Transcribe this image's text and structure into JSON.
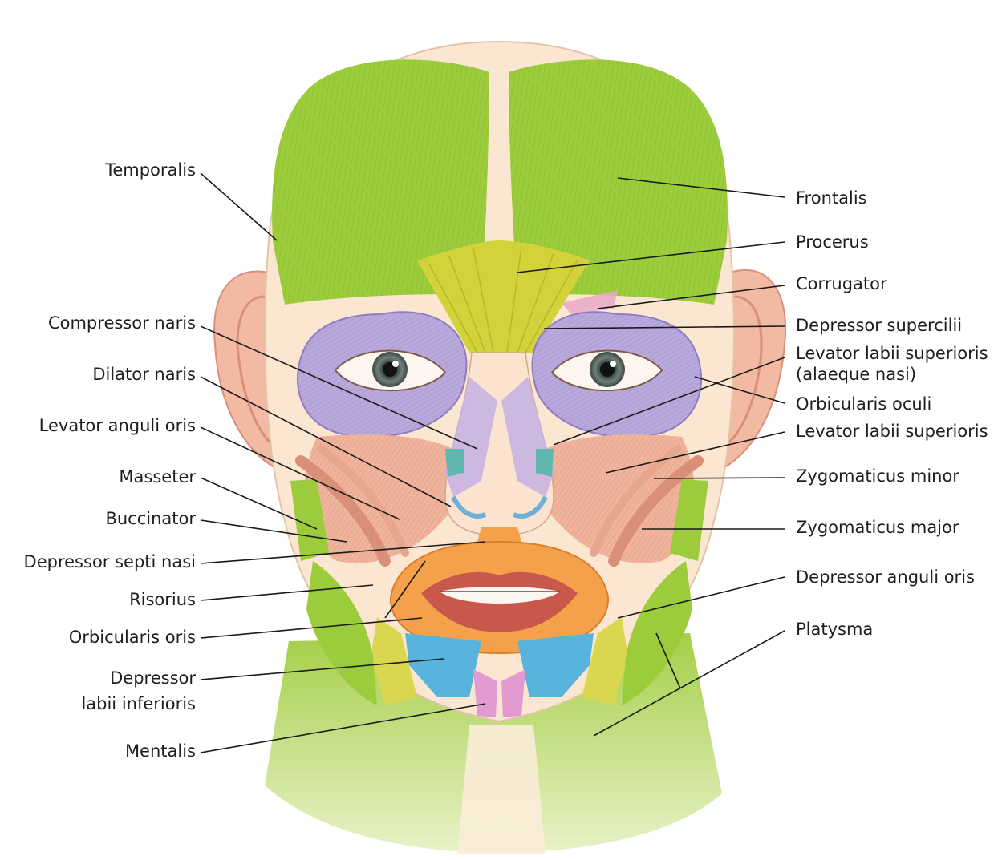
{
  "labels_left": [
    {
      "id": "temporalis",
      "text": "Temporalis"
    },
    {
      "id": "compressor-naris",
      "text": "Compressor naris"
    },
    {
      "id": "dilator-naris",
      "text": "Dilator naris"
    },
    {
      "id": "levator-anguli-oris",
      "text": "Levator anguli oris"
    },
    {
      "id": "masseter",
      "text": "Masseter"
    },
    {
      "id": "buccinator",
      "text": "Buccinator"
    },
    {
      "id": "depressor-septi-nasi",
      "text": "Depressor septi nasi"
    },
    {
      "id": "risorius",
      "text": "Risorius"
    },
    {
      "id": "orbicularis-oris",
      "text": "Orbicularis oris"
    },
    {
      "id": "depressor-labii-inferioris",
      "text": "Depressor",
      "text2": "labii inferioris"
    },
    {
      "id": "mentalis",
      "text": "Mentalis"
    }
  ],
  "labels_right": [
    {
      "id": "frontalis",
      "text": "Frontalis"
    },
    {
      "id": "procerus",
      "text": "Procerus"
    },
    {
      "id": "corrugator",
      "text": "Corrugator"
    },
    {
      "id": "depressor-supercilii",
      "text": "Depressor supercilii"
    },
    {
      "id": "levator-labii-superioris-alaeque-nasi",
      "text": "Levator labii superioris",
      "text2": "(alaeque nasi)"
    },
    {
      "id": "orbicularis-oculi",
      "text": "Orbicularis oculi"
    },
    {
      "id": "levator-labii-superioris",
      "text": "Levator labii superioris"
    },
    {
      "id": "zygomaticus-minor",
      "text": "Zygomaticus minor"
    },
    {
      "id": "zygomaticus-major",
      "text": "Zygomaticus major"
    },
    {
      "id": "depressor-anguli-oris",
      "text": "Depressor anguli oris"
    },
    {
      "id": "platysma",
      "text": "Platysma"
    }
  ],
  "colors": {
    "muscle_green": "#9ccc3c",
    "muscle_purple": "#b9a8dc",
    "muscle_blue": "#58b4dc",
    "muscle_yellow": "#d9d650",
    "muscle_orange": "#f5a04a",
    "skin_muscle": "#f0b49c",
    "skin": "#fbe3cf"
  }
}
